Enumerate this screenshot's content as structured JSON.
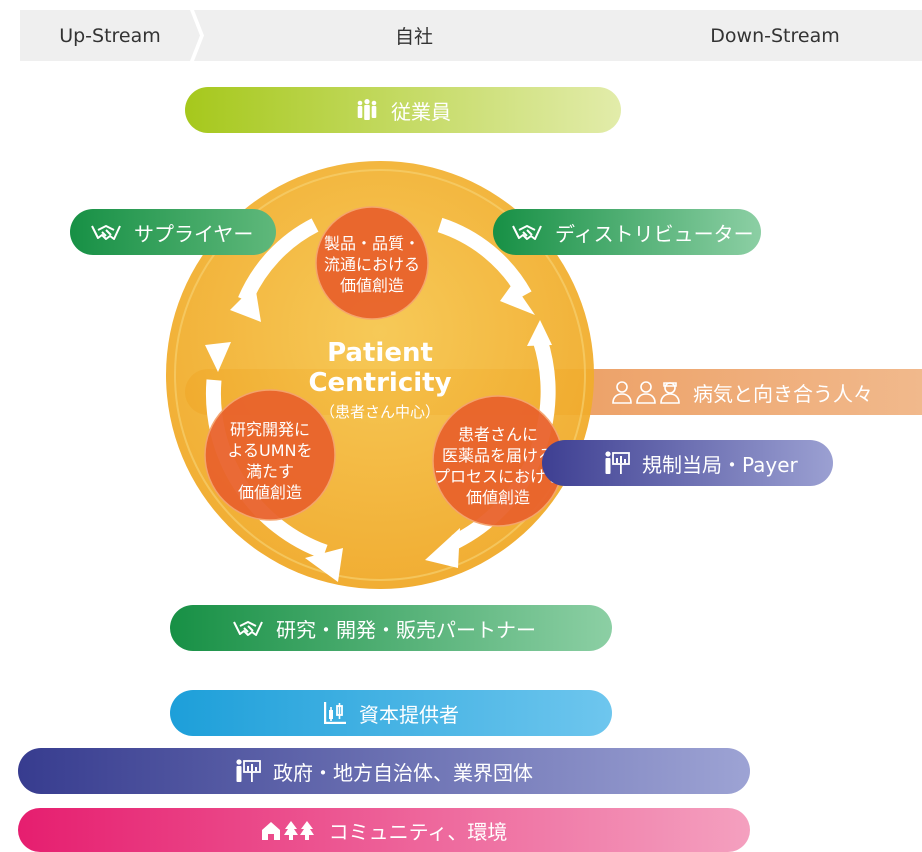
{
  "value_chain": {
    "upstream": "Up-Stream",
    "company": "自社",
    "downstream": "Down-Stream"
  },
  "center": {
    "title_line1": "Patient",
    "title_line2": "Centricity",
    "subtitle": "（患者さん中心）"
  },
  "value_circles": {
    "top": [
      "製品・品質・",
      "流通における",
      "価値創造"
    ],
    "left": [
      "研究開発に",
      "よるUMNを",
      "満たす",
      "価値創造"
    ],
    "right": [
      "患者さんに",
      "医薬品を届ける",
      "プロセスにおける",
      "価値創造"
    ]
  },
  "stakeholders": {
    "employees": "従業員",
    "suppliers": "サプライヤー",
    "distributors": "ディストリビューター",
    "patients": "病気と向き合う人々",
    "regulators": "規制当局・Payer",
    "partners": "研究・開発・販売パートナー",
    "capital": "資本提供者",
    "government": "政府・地方自治体、業界団体",
    "community": "コミュニティ、環境"
  },
  "colors": {
    "employees": [
      "#a6c81c",
      "#e2ecaa"
    ],
    "green_band": [
      "#179045",
      "#8ccfa4"
    ],
    "patients": [
      "#e8873f",
      "#f1b98c"
    ],
    "regulators": [
      "#3e3f92",
      "#9ba0d2"
    ],
    "capital": [
      "#1d9fd9",
      "#6ec6ee"
    ],
    "government": [
      "#373c8f",
      "#9da3d4"
    ],
    "community": [
      "#e61e6f",
      "#f4a0bf"
    ],
    "circle": [
      "#f6c64d",
      "#f0a826"
    ],
    "value_circle": "#e9632c"
  },
  "icons": {
    "employees": "people-group-icon",
    "suppliers": "handshake-icon",
    "distributors": "handshake-icon",
    "patients": "patients-icon",
    "regulators": "presenter-icon",
    "partners": "handshake-icon",
    "capital": "chart-icon",
    "government": "presenter-icon",
    "community": "house-trees-icon"
  }
}
